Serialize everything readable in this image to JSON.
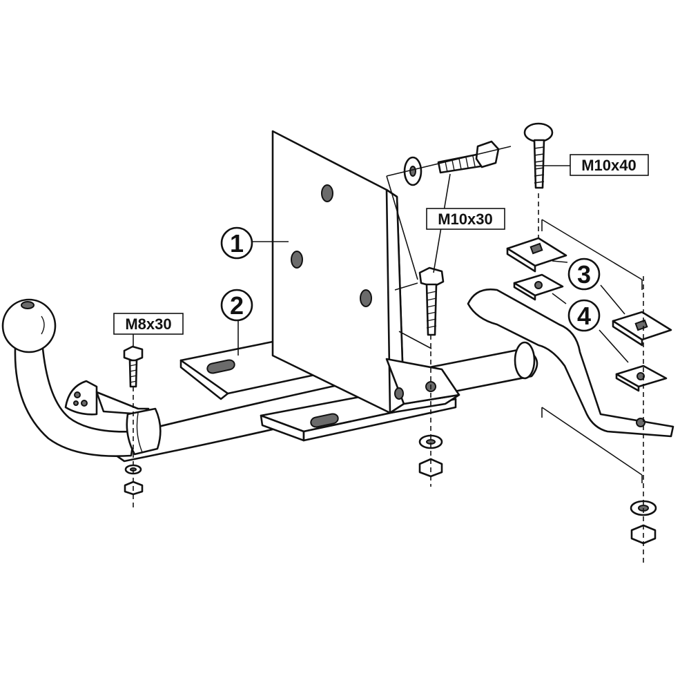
{
  "callouts": [
    {
      "id": "part-1",
      "number": "1"
    },
    {
      "id": "part-2",
      "number": "2"
    },
    {
      "id": "part-3",
      "number": "3"
    },
    {
      "id": "part-4",
      "number": "4"
    }
  ],
  "bolt_labels": {
    "m8x30": "M8x30",
    "m10x30": "M10x30",
    "m10x40": "M10x40"
  },
  "colors": {
    "line": "#111111",
    "background": "#ffffff"
  }
}
